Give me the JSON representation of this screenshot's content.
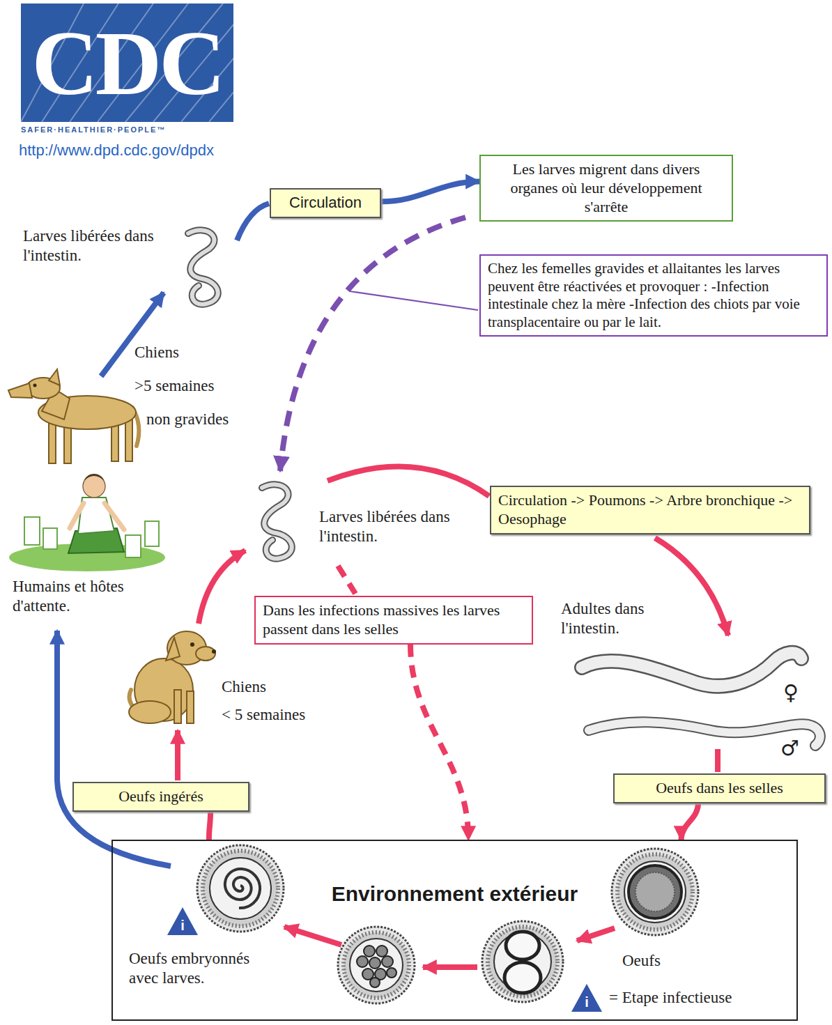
{
  "diagram": {
    "nodes": [
      {
        "text": [
          "Circulation"
        ]
      },
      {
        "text": [
          "Les larves migrent dans divers organes où leur développement s'arrête"
        ]
      },
      {
        "text": [
          "Chez les femelles gravides et allaitantes les larves peuvent être réactivées et provoquer : -Infection intestinale chez la mère -Infection des chiots par voie transplacentaire ou par le lait."
        ]
      },
      {
        "text": [
          "Circulation -> Poumons -> Arbre bronchique -> Oesophage"
        ]
      },
      {
        "text": [
          "Dans les infections massives les larves passent dans les selles"
        ]
      },
      {
        "text": [
          "Oeufs ingérés"
        ]
      },
      {
        "text": [
          "Oeufs dans les selles"
        ]
      },
      {
        "text": [
          "Environnement extérieur"
        ]
      }
    ],
    "edges": [
      {
        "from": 0,
        "to": 1,
        "arrow": "to"
      },
      {
        "from": 4,
        "to": 7,
        "arrow": "to"
      },
      {
        "from": 6,
        "to": 7,
        "arrow": "to"
      },
      {
        "from": 7,
        "to": 5,
        "arrow": "none"
      }
    ],
    "labels": [
      "CDC",
      "SAFER·HEALTHIER·PEOPLE™",
      "http://www.dpd.cdc.gov/dpdx",
      "Larves libérées dans l'intestin.",
      "Chiens",
      ">5 semaines",
      "non gravides",
      "Humains et hôtes d'attente.",
      "Larves libérées dans l'intestin.",
      "Adultes dans l'intestin.",
      "♀",
      "Chiens",
      "< 5 semaines",
      "♂",
      "Oeufs embryonnés avec larves.",
      "i",
      "Oeufs",
      "i",
      "= Etape infectieuse"
    ]
  }
}
